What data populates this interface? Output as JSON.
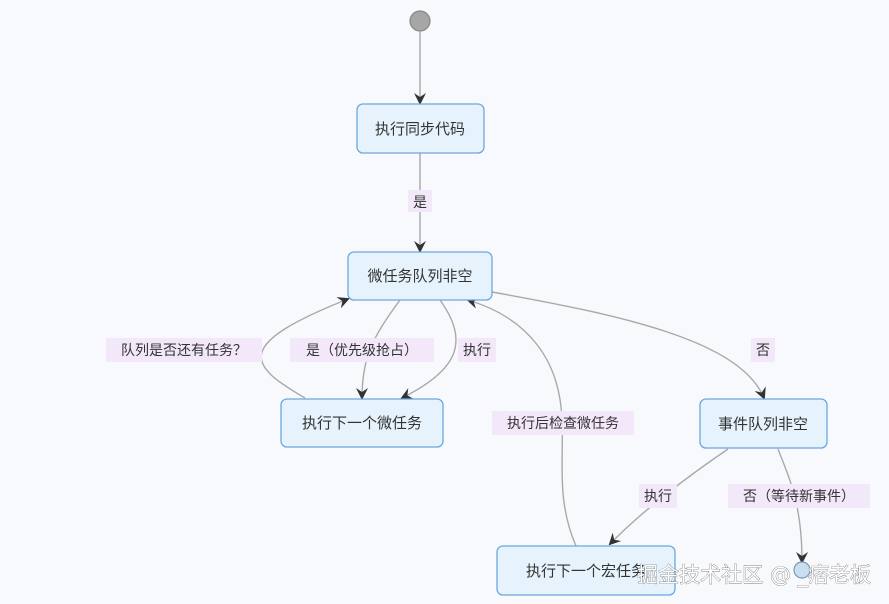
{
  "diagram": {
    "nodes": {
      "sync": "执行同步代码",
      "micro_queue": "微任务队列非空",
      "next_micro": "执行下一个微任务",
      "event_queue": "事件队列非空",
      "next_macro": "执行下一个宏任务"
    },
    "edge_labels": {
      "sync_to_micro": "是",
      "loop_back": "队列是否还有任务？",
      "priority": "是（优先级抢占）",
      "execute_micro": "执行",
      "check_after": "执行后检查微任务",
      "no": "否",
      "execute_macro": "执行",
      "wait": "否（等待新事件）"
    }
  },
  "watermark": "掘金技术社区 @ _痞老板"
}
